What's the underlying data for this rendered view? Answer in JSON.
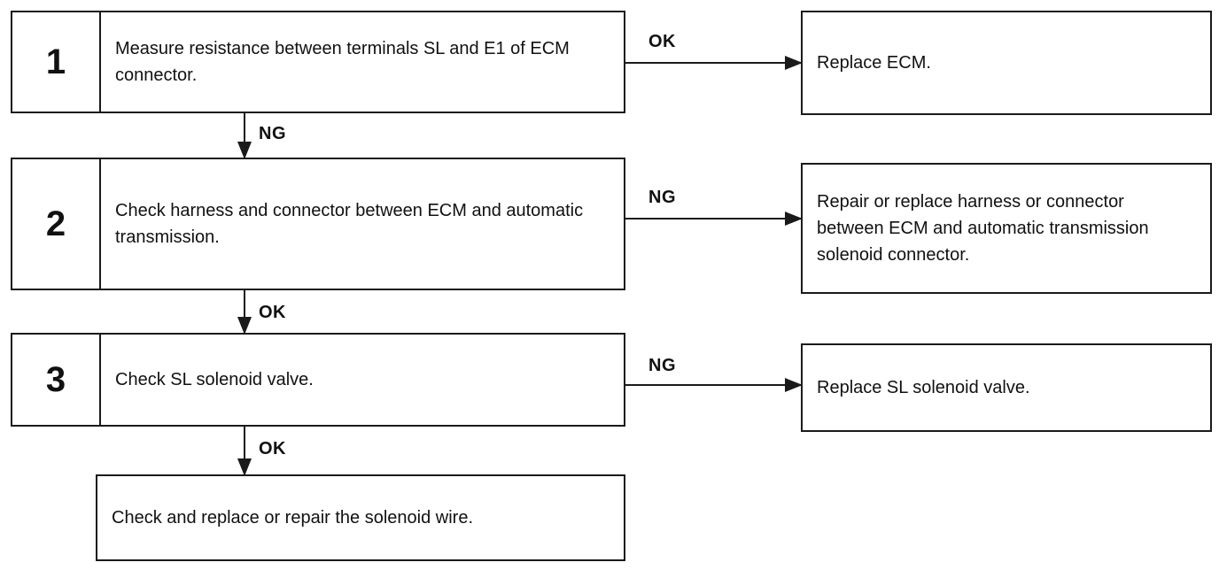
{
  "steps": [
    {
      "num": "1",
      "text": "Measure resistance between terminals SL and E1 of ECM connector."
    },
    {
      "num": "2",
      "text": "Check harness and connector between ECM and automatic transmission."
    },
    {
      "num": "3",
      "text": "Check SL solenoid valve."
    }
  ],
  "final_step": {
    "text": "Check and replace or repair the solenoid wire."
  },
  "results": [
    {
      "text": "Replace ECM."
    },
    {
      "text": "Repair or replace harness or connector between ECM and automatic transmission solenoid connector."
    },
    {
      "text": "Replace SL solenoid valve."
    }
  ],
  "branch_labels": {
    "step1_right": "OK",
    "step1_down": "NG",
    "step2_right": "NG",
    "step2_down": "OK",
    "step3_right": "NG",
    "step3_down": "OK"
  }
}
